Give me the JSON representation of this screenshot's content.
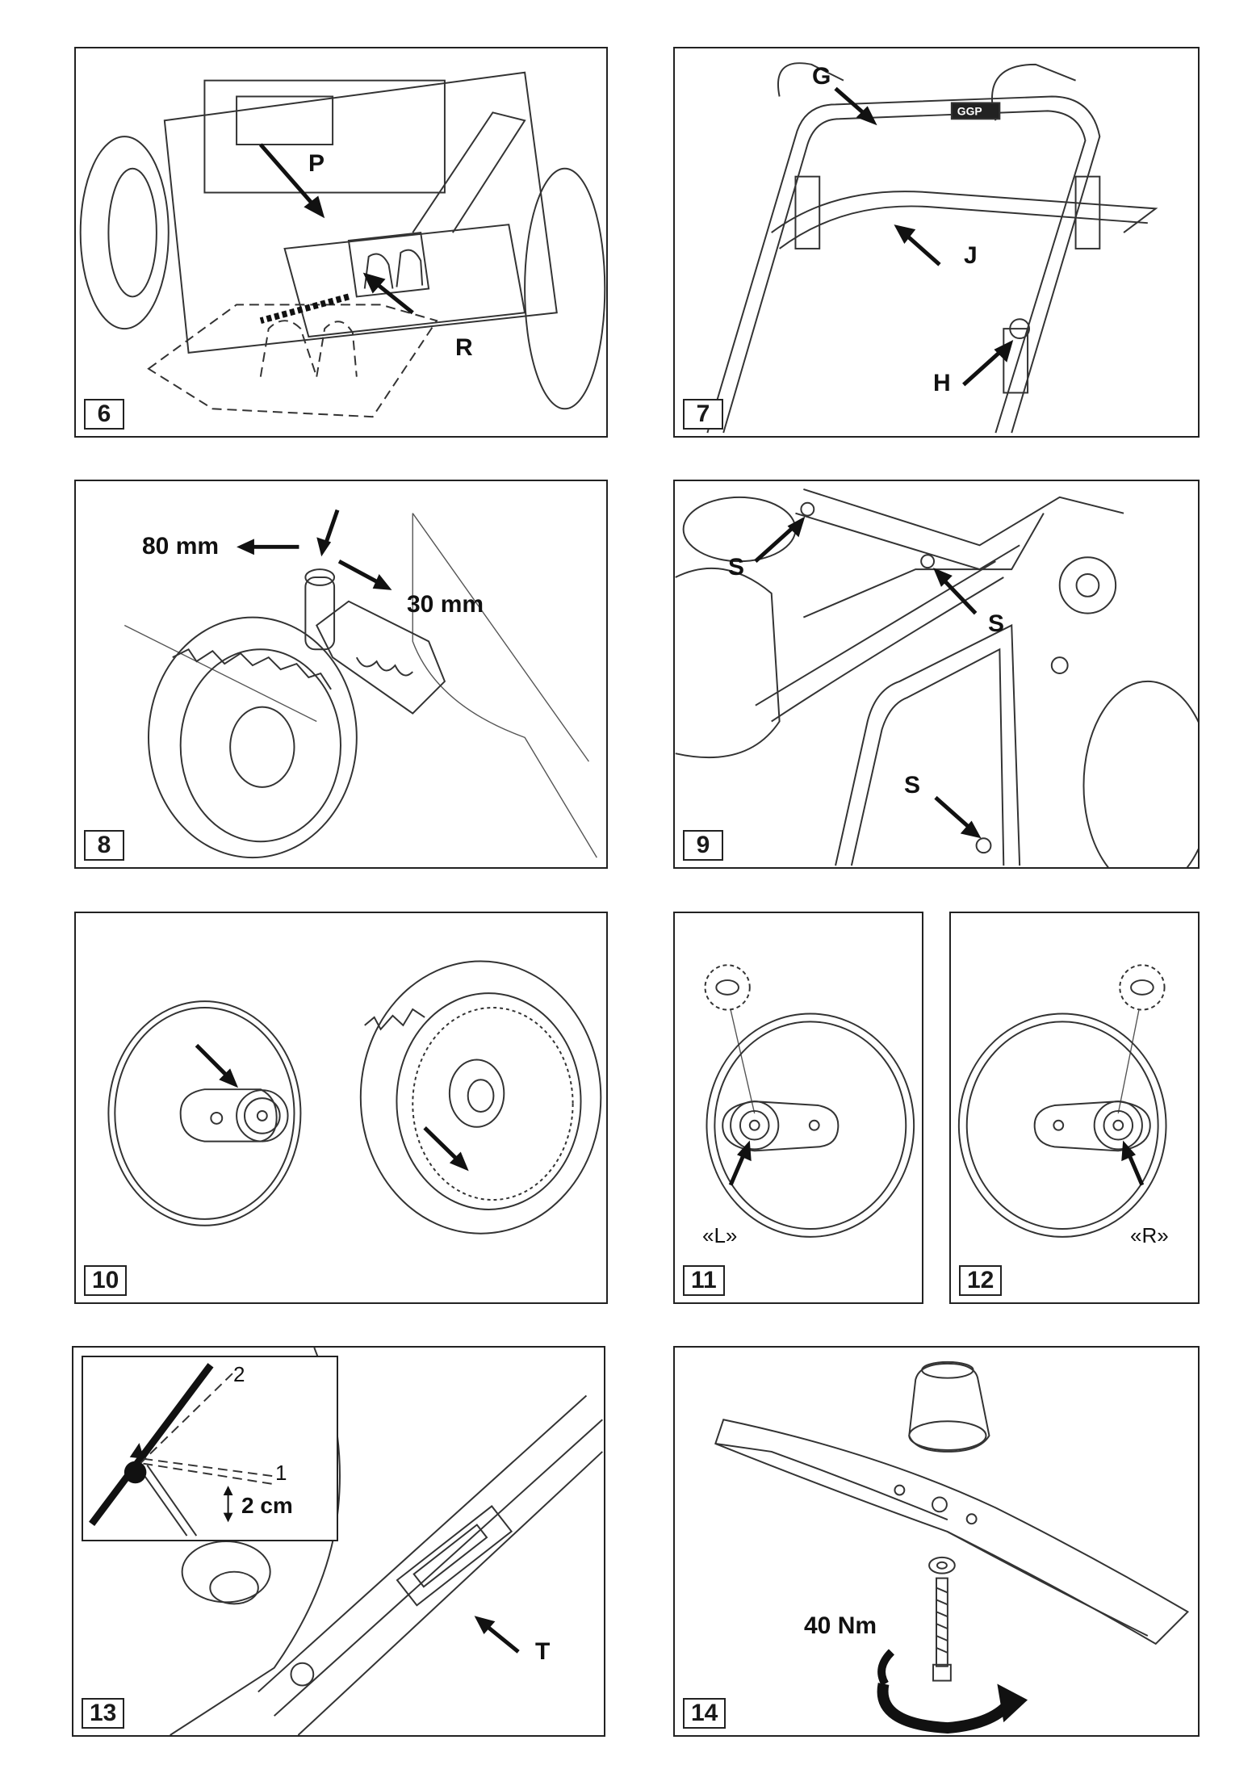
{
  "figures": [
    {
      "id": "fig6",
      "number": "6",
      "labels": [
        "P",
        "R"
      ]
    },
    {
      "id": "fig7",
      "number": "7",
      "labels": [
        "G",
        "J",
        "H"
      ]
    },
    {
      "id": "fig8",
      "number": "8",
      "labels": [
        "80 mm",
        "30 mm"
      ]
    },
    {
      "id": "fig9",
      "number": "9",
      "labels": [
        "S",
        "S",
        "S"
      ]
    },
    {
      "id": "fig10",
      "number": "10",
      "labels": []
    },
    {
      "id": "fig11",
      "number": "11",
      "labels": [
        "«L»"
      ]
    },
    {
      "id": "fig12",
      "number": "12",
      "labels": [
        "«R»"
      ]
    },
    {
      "id": "fig13",
      "number": "13",
      "labels": [
        "2",
        "1",
        "2 cm",
        "T"
      ]
    },
    {
      "id": "fig14",
      "number": "14",
      "labels": [
        "40 Nm"
      ]
    }
  ],
  "brand_mark": "GGP",
  "colors": {
    "ink": "#1a1a1a",
    "paper": "#ffffff"
  }
}
